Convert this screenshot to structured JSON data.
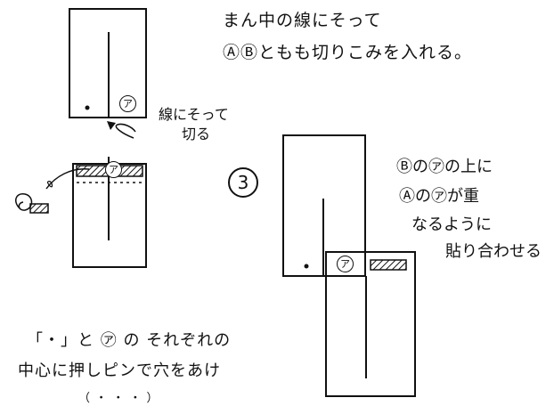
{
  "instructions": {
    "line1": "まん中の線にそって",
    "line2": "ⒶⒷともも切りこみを入れる。"
  },
  "cut_note": {
    "line1": "線にそって",
    "line2": "切る"
  },
  "step": {
    "number": "3",
    "line1": "Ⓑの㋐の上に",
    "line2": "Ⓐの㋐が重",
    "line3": "なるように",
    "line4": "貼り合わせる"
  },
  "bottom_note": {
    "line1": "「・」と ㋐ の それぞれの",
    "line2": "中心に押しピンで穴をあけ",
    "line3": "（ ・ ・ ・ ）"
  },
  "marks": {
    "tag": "ア"
  }
}
